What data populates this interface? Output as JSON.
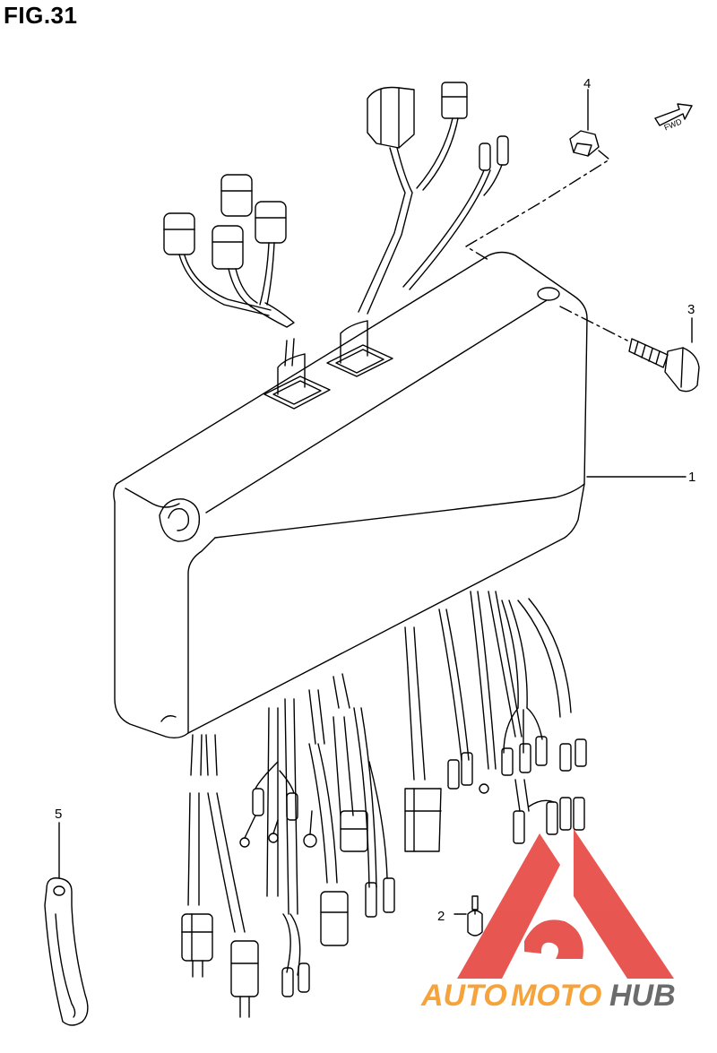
{
  "figure": {
    "title": "FIG.31"
  },
  "callouts": [
    {
      "id": "1"
    },
    {
      "id": "2"
    },
    {
      "id": "3"
    },
    {
      "id": "4"
    },
    {
      "id": "5"
    }
  ],
  "direction_marker": {
    "label": "FWD"
  },
  "watermark": {
    "part1": "AUTO",
    "part2": "MOTO",
    "part3": "HUB"
  },
  "colors": {
    "line": "#000000",
    "watermark_red": "#e53935",
    "watermark_orange": "#f5a33a",
    "watermark_gray": "#6b6b6b"
  }
}
